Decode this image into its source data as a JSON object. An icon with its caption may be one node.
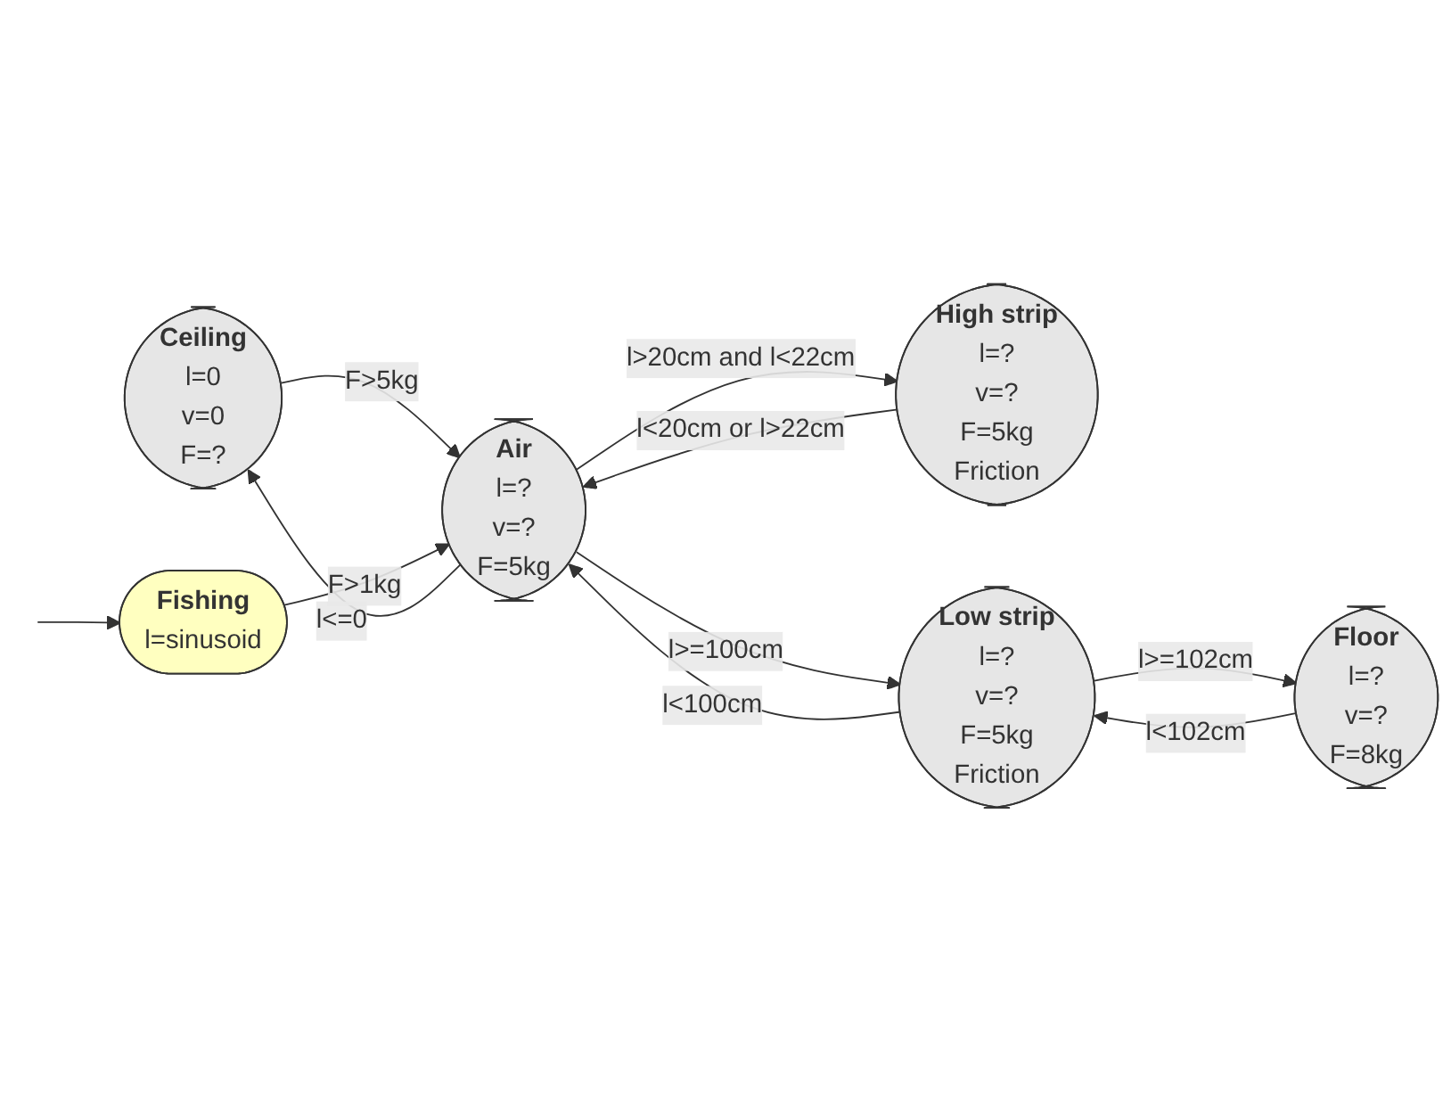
{
  "diagram": {
    "nodes": [
      {
        "text": [
          "Ceiling",
          "l=0",
          "v=0",
          "F=?"
        ]
      },
      {
        "text": [
          "High strip",
          "l=?",
          "v=?",
          "F=5kg",
          "Friction"
        ]
      },
      {
        "text": [
          "Air",
          "l=?",
          "v=?",
          "F=5kg"
        ]
      },
      {
        "text": [
          "Low strip",
          "l=?",
          "v=?",
          "F=5kg",
          "Friction"
        ]
      },
      {
        "text": [
          "Fishing",
          "l=sinusoid"
        ]
      },
      {
        "text": [
          "Floor",
          "l=?",
          "v=?",
          "F=8kg"
        ]
      }
    ],
    "edges": [
      {
        "from": 2,
        "to": 0,
        "arrow": "to",
        "label": "l<=0"
      },
      {
        "from": 0,
        "to": 2,
        "arrow": "to",
        "label": "F>5kg"
      },
      {
        "from": 1,
        "to": 2,
        "arrow": "to",
        "label": "l<20cm or l>22cm"
      },
      {
        "from": 2,
        "to": 1,
        "arrow": "to",
        "label": "l>20cm and l<22cm"
      },
      {
        "from": 3,
        "to": 2,
        "arrow": "to",
        "label": "l<100cm"
      },
      {
        "from": 2,
        "to": 3,
        "arrow": "to",
        "label": "l>=100cm"
      },
      {
        "from": 5,
        "to": 3,
        "arrow": "to",
        "label": "l<102cm"
      },
      {
        "from": 3,
        "to": 5,
        "arrow": "to",
        "label": "l>=102cm"
      },
      {
        "from": 4,
        "to": 2,
        "arrow": "to",
        "label": "F>1kg"
      },
      {
        "from": null,
        "to": 4,
        "arrow": "to"
      }
    ]
  }
}
